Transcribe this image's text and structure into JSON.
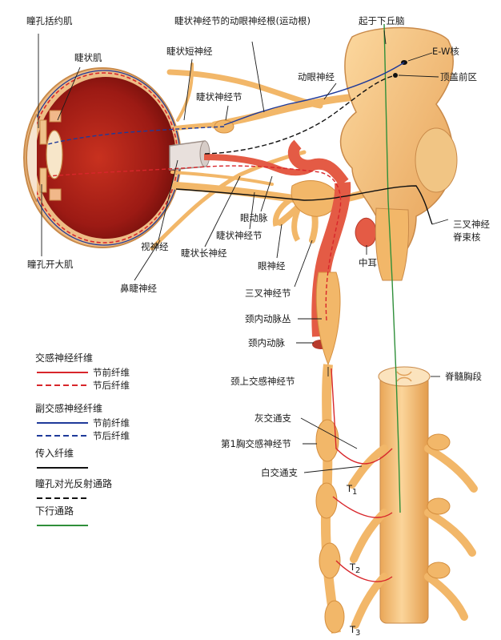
{
  "colors": {
    "nerve": "#f2b769",
    "nerve_dark": "#d58f3f",
    "artery": "#e45b45",
    "eye_red": "#9c1a14",
    "sympathetic": "#d8262b",
    "parasympathetic": "#1f3a9a",
    "afferent": "#111111",
    "descending": "#2f8f3a"
  },
  "labels": {
    "pupil_sphincter": "瞳孔括约肌",
    "ciliary_muscle": "睫状肌",
    "oculomotor_root": "睫状神经节的动眼神经根(运动根)",
    "short_ciliary": "睫状短神经",
    "ciliary_ganglion_top": "睫状神经节",
    "oculomotor_nerve": "动眼神经",
    "superior_colliculus": "起于下丘脑",
    "ew_nucleus": "E-W核",
    "pretectal": "顶盖前区",
    "pupil_dilator": "瞳孔开大肌",
    "optic_nerve": "视神经",
    "nasociliary": "鼻睫神经",
    "long_ciliary": "睫状长神经",
    "ophthalmic_artery": "眼动脉",
    "ciliary_ganglion_bottom": "睫状神经节",
    "ophthalmic_nerve": "眼神经",
    "middle_ear": "中耳",
    "trigeminal_spinal_1": "三叉神经",
    "trigeminal_spinal_2": "脊束核",
    "trigeminal_ganglion": "三叉神经节",
    "carotid_plexus": "颈内动脉丛",
    "internal_carotid": "颈内动脉",
    "superior_cervical": "颈上交感神经节",
    "thoracic_cord": "脊髓胸段",
    "gray_ramus": "灰交通支",
    "first_thoracic": "第1胸交感神经节",
    "white_ramus": "白交通支",
    "t1_letter": "T",
    "t1_sub": "1",
    "t2_letter": "T",
    "t2_sub": "2",
    "t3_letter": "T",
    "t3_sub": "3"
  },
  "legend": {
    "sympathetic_title": "交感神经纤维",
    "sympathetic_pre": "节前纤维",
    "sympathetic_post": "节后纤维",
    "parasympathetic_title": "副交感神经纤维",
    "parasympathetic_pre": "节前纤维",
    "parasympathetic_post": "节后纤维",
    "afferent_title": "传入纤维",
    "reflex_title": "瞳孔对光反射通路",
    "descending_title": "下行通路"
  }
}
